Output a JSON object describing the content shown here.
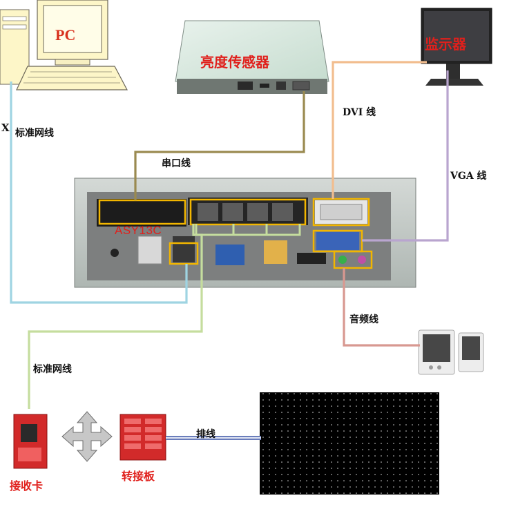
{
  "labels": {
    "pc": "PC",
    "brightness_sensor": "亮度传感器",
    "monitor": "监示器",
    "x_mark": "X",
    "std_cable_top": "标准网线",
    "dvi": "DVI 线",
    "serial": "串口线",
    "vga": "VGA 线",
    "asy": "ASY13C",
    "audio": "音频线",
    "std_cable_bottom": "标准网线",
    "ribbon": "排线",
    "receiver": "接收卡",
    "adapter": "转接板"
  },
  "colors": {
    "lan_cable": "#9fd4e2",
    "green_cable": "#c5dd9e",
    "serial_cable": "#9a8a50",
    "dvi_cable": "#f2bd8e",
    "vga_cable": "#b9a5cf",
    "audio_cable": "#d89890",
    "highlight": "#f2b600",
    "label_red": "#e0201c"
  }
}
